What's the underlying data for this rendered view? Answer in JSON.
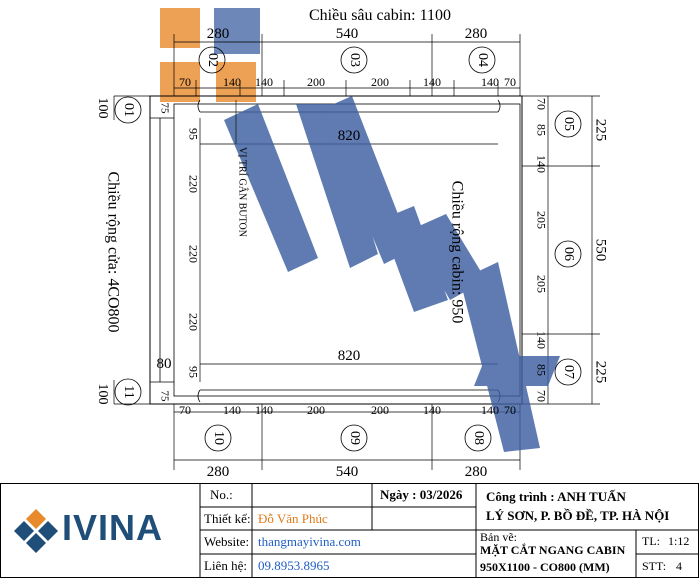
{
  "colors": {
    "logo_blue": "#1f4e79",
    "logo_orange": "#e8892b",
    "watermark_blue": "#3c5fa0",
    "watermark_orange": "#e8892b",
    "text_orange": "#e07a1a",
    "text_blue": "#1f5fc4"
  },
  "drawing": {
    "top_title": "Chiều sâu cabin: 1100",
    "top_dims": [
      "280",
      "540",
      "280"
    ],
    "top_panels": [
      "02",
      "03",
      "04"
    ],
    "top_sub_dims": [
      "70",
      "140",
      "140",
      "200",
      "200",
      "140",
      "140",
      "70"
    ],
    "bottom_dims": [
      "280",
      "540",
      "280"
    ],
    "bottom_panels": [
      "10",
      "09",
      "08"
    ],
    "bottom_sub_dims": [
      "70",
      "140",
      "140",
      "200",
      "200",
      "140",
      "140",
      "70"
    ],
    "left_panels": [
      "01",
      "11"
    ],
    "left_dims": [
      "100",
      "100"
    ],
    "left_small": [
      "75",
      "75"
    ],
    "left_80": "80",
    "left_title": "Chiều rộng cửa: 4CO800",
    "left_inner_dims": [
      "95",
      "220",
      "220",
      "220",
      "95"
    ],
    "button_label": "VỊ TRÍ GÂN BUTON",
    "inner_820_top": "820",
    "inner_820_bottom": "820",
    "center_title": "Chiều rộng cabin: 950",
    "right_panels": [
      "05",
      "06",
      "07"
    ],
    "right_dims": [
      "225",
      "550",
      "225"
    ],
    "right_sub_dims": [
      "70",
      "85",
      "140",
      "205",
      "205",
      "140",
      "85",
      "70"
    ]
  },
  "title_block": {
    "logo_text": "IVINA",
    "no_label": "No.:",
    "date_label": "Ngày : 03/2026",
    "designer_label": "Thiết kế:",
    "designer_value": "Đỗ Văn Phúc",
    "website_label": "Website:",
    "website_value": "thangmayivina.com",
    "contact_label": "Liên hệ:",
    "contact_value": "09.8953.8965",
    "project_label": "Công trình : ANH TUẤN",
    "project_address": "LÝ SƠN, P. BỒ ĐỀ, TP. HÀ NỘI",
    "drawing_label": "Bản vẽ:",
    "drawing_title": "MẶT CẮT NGANG CABIN",
    "drawing_subtitle": "950X1100 - CO800 (MM)",
    "scale_label": "TL:",
    "scale_value": "1:12",
    "sheet_label": "STT:",
    "sheet_value": "4"
  }
}
